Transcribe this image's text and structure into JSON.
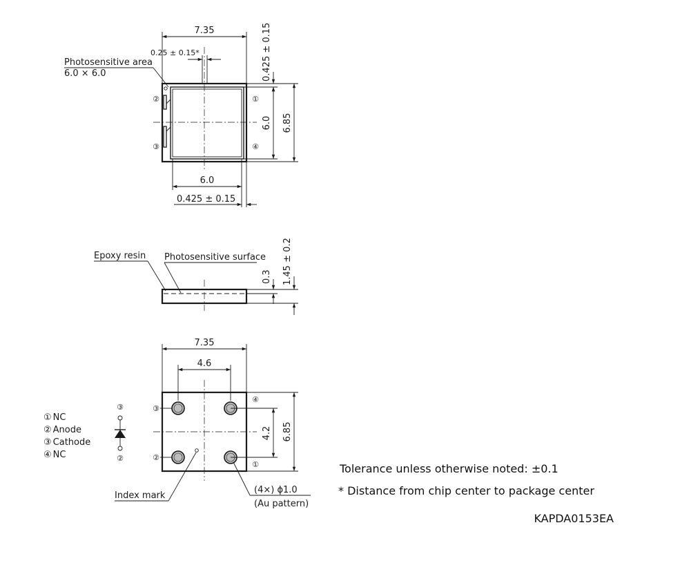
{
  "top_view": {
    "width_dim": "7.35",
    "offset_dim": "0.25 ± 0.15*",
    "area_label": "Photosensitive area",
    "area_value": "6.0 × 6.0",
    "top_margin_dim": "0.425 ± 0.15",
    "inner_height_dim": "6.0",
    "height_dim": "6.85",
    "inner_width_dim": "6.0",
    "bottom_margin_dim": "0.425 ± 0.15",
    "pins": [
      "②",
      "③",
      "①",
      "④"
    ]
  },
  "side_view": {
    "epoxy_label": "Epoxy resin",
    "surface_label": "Photosensitive surface",
    "surface_depth_dim": "0.3",
    "thickness_dim": "1.45 ± 0.2"
  },
  "bottom_view": {
    "width_dim": "7.35",
    "pad_pitch_x_dim": "4.6",
    "pad_pitch_y_dim": "4.2",
    "height_dim": "6.85",
    "pins": [
      "③",
      "②",
      "④",
      "①"
    ],
    "index_label": "Index mark",
    "pad_label_line1": "(4×) ϕ1.0",
    "pad_label_line2": "(Au pattern)"
  },
  "pin_legend": [
    {
      "num": "①",
      "name": "NC"
    },
    {
      "num": "②",
      "name": "Anode"
    },
    {
      "num": "③",
      "name": "Cathode"
    },
    {
      "num": "④",
      "name": "NC"
    }
  ],
  "schematic": {
    "top_pin": "③",
    "bottom_pin": "②"
  },
  "notes": {
    "tolerance": "Tolerance unless otherwise noted: ±0.1",
    "distance": "* Distance from chip center to package center",
    "drawing_code": "KAPDA0153EA"
  }
}
